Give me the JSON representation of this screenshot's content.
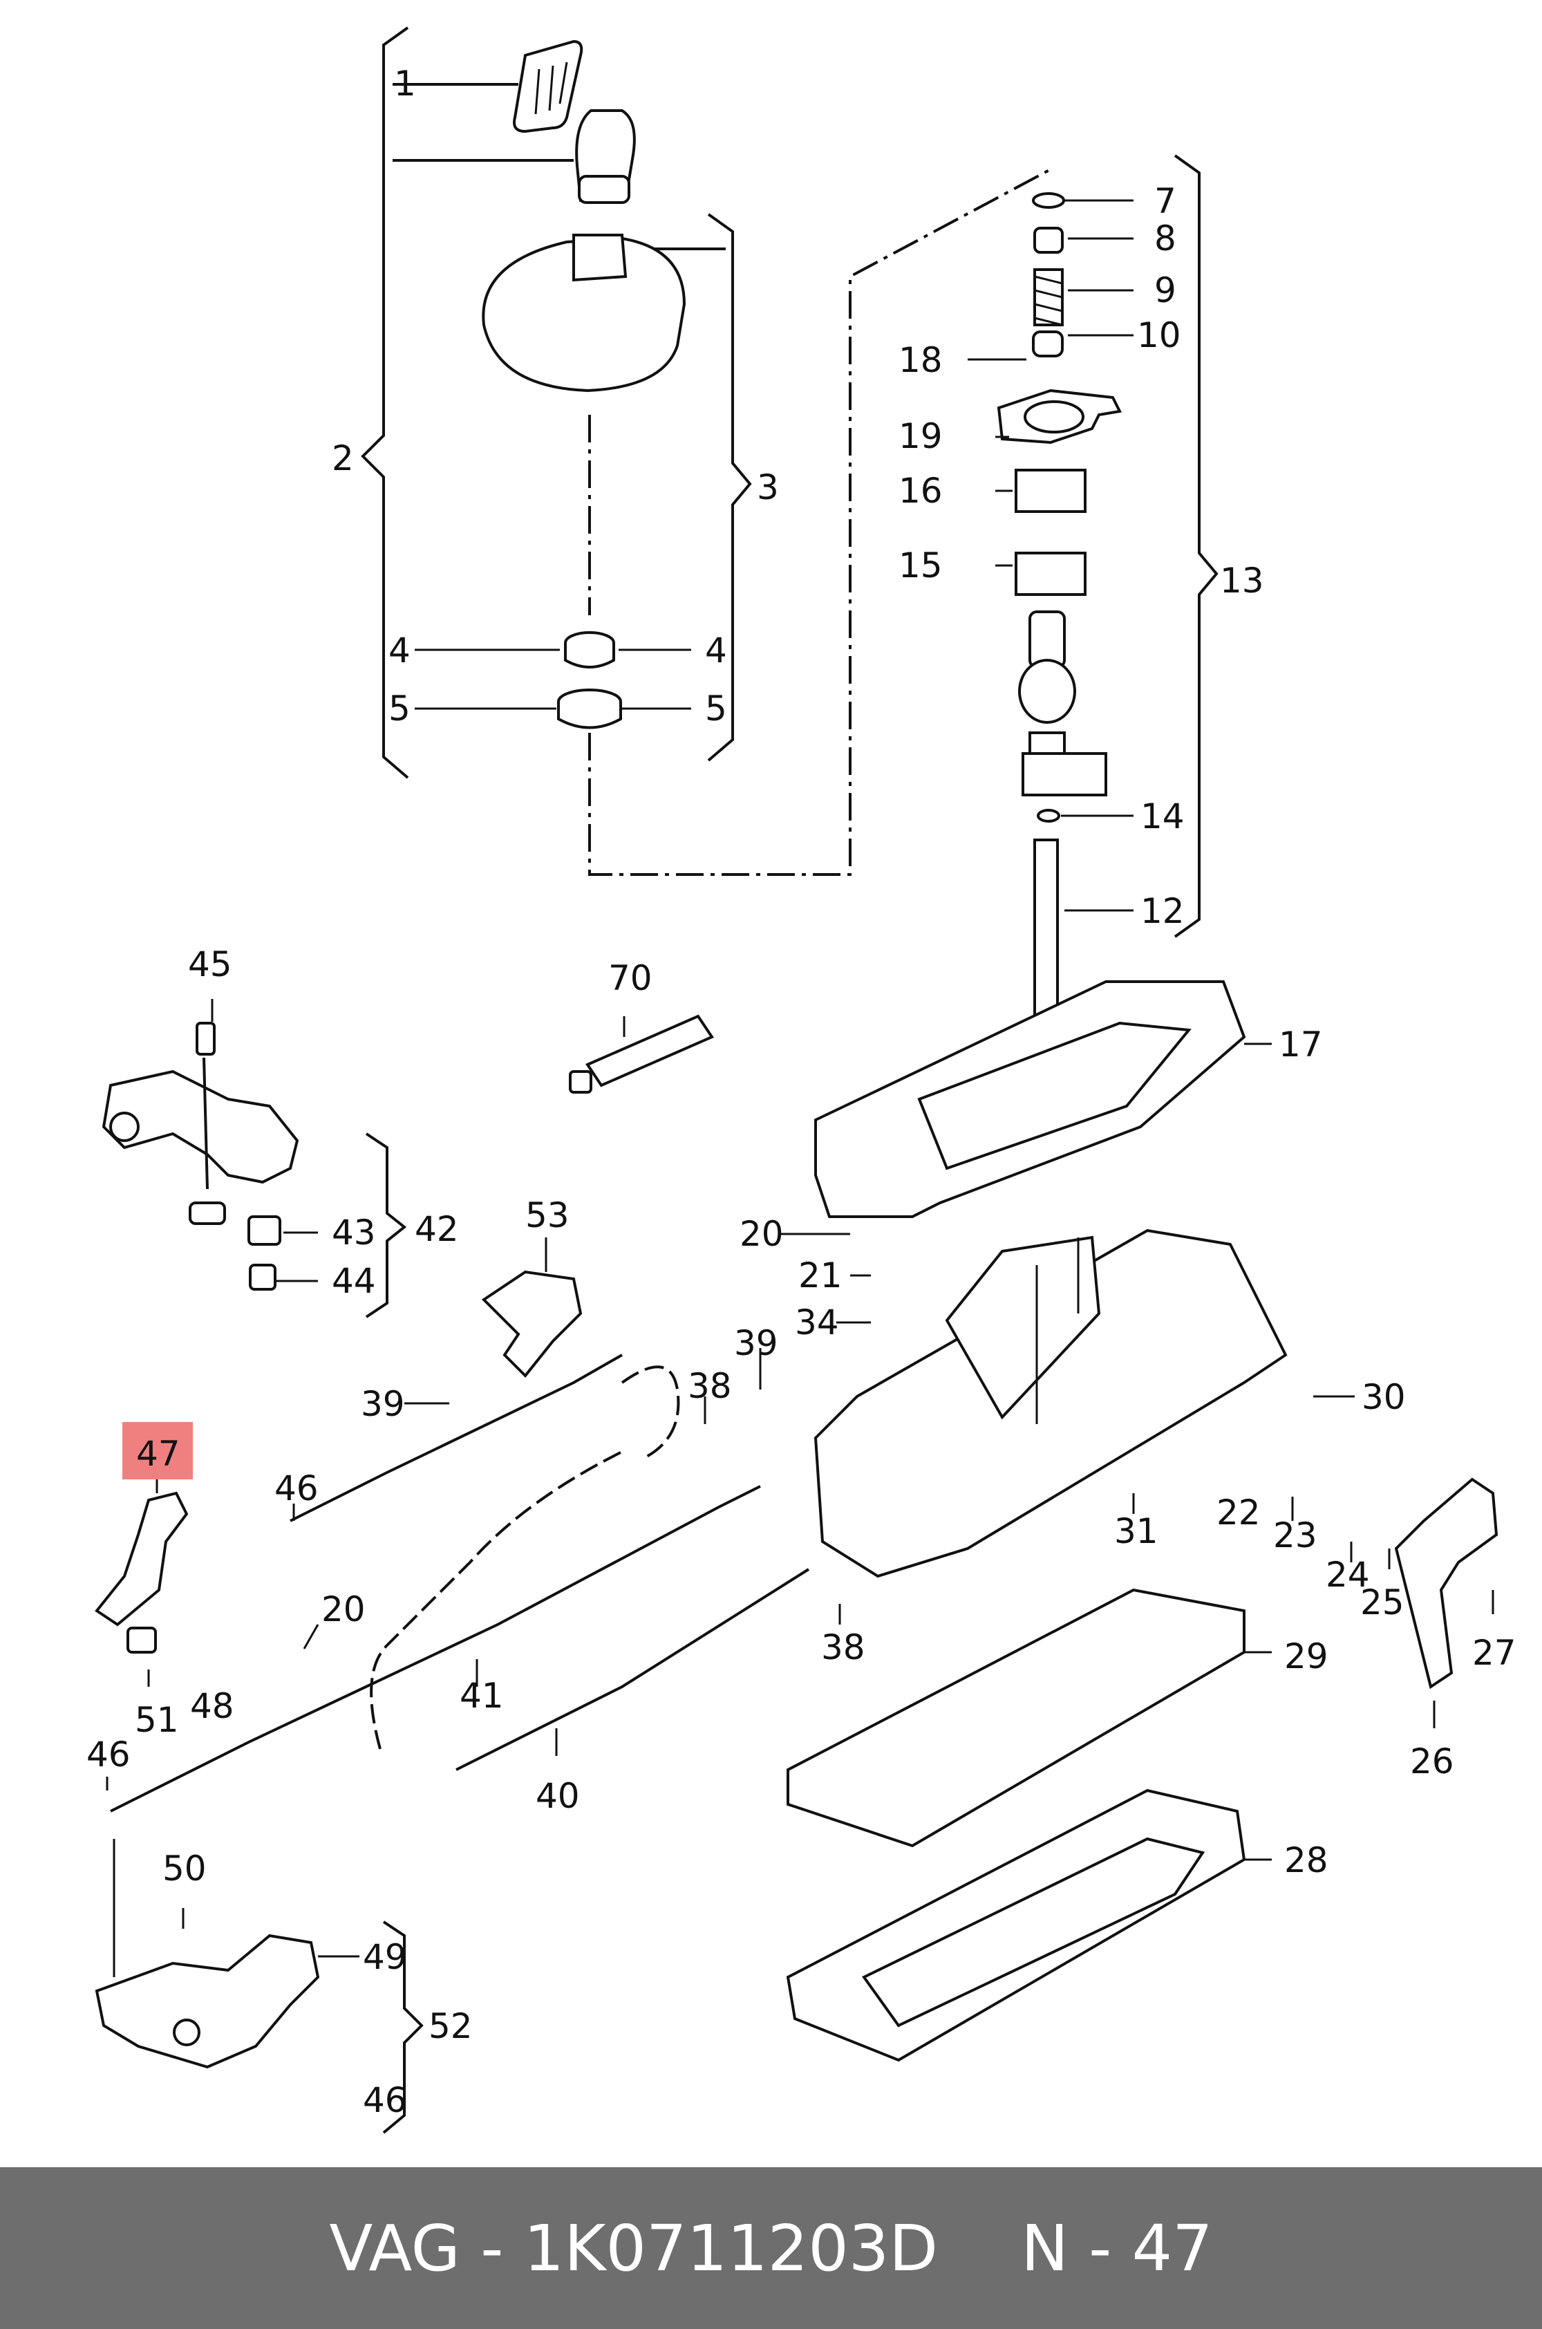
{
  "labels": [
    "1",
    "2",
    "3",
    "4",
    "4",
    "5",
    "5",
    "7",
    "8",
    "9",
    "10",
    "18",
    "19",
    "16",
    "15",
    "13",
    "14",
    "12",
    "17",
    "70",
    "45",
    "43",
    "42",
    "44",
    "53",
    "20",
    "21",
    "34",
    "30",
    "39",
    "38",
    "39",
    "47",
    "46",
    "20",
    "51",
    "48",
    "41",
    "22",
    "23",
    "24",
    "25",
    "27",
    "31",
    "29",
    "38",
    "26",
    "40",
    "46",
    "50",
    "49",
    "52",
    "46",
    "28"
  ],
  "highlight": {
    "part": "47",
    "color": "#f08080"
  },
  "footer": {
    "brand": "VAG - 1K0711203D",
    "item": "N - 47"
  }
}
